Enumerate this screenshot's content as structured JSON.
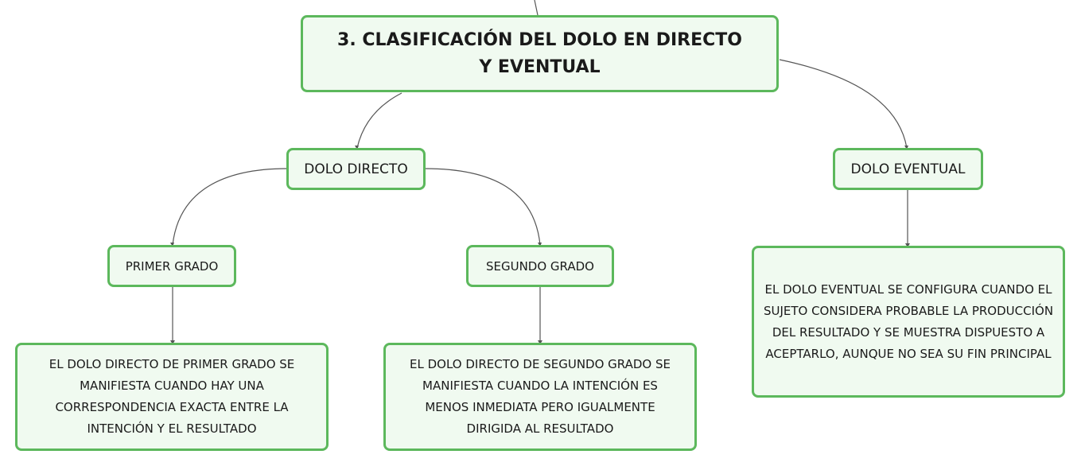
{
  "diagram": {
    "main": "3. CLASIFICACIÓN DEL DOLO EN DIRECTO Y EVENTUAL",
    "directo": {
      "label": "DOLO DIRECTO",
      "primer": {
        "label": "PRIMER GRADO",
        "text": "EL DOLO DIRECTO DE PRIMER GRADO SE MANIFIESTA CUANDO HAY UNA CORRESPONDENCIA EXACTA ENTRE LA INTENCIÓN Y EL RESULTADO"
      },
      "segundo": {
        "label": "SEGUNDO GRADO",
        "text": "EL DOLO DIRECTO DE SEGUNDO GRADO SE MANIFIESTA CUANDO LA INTENCIÓN ES MENOS INMEDIATA PERO IGUALMENTE DIRIGIDA AL RESULTADO"
      }
    },
    "eventual": {
      "label": "DOLO EVENTUAL",
      "text": "EL DOLO EVENTUAL SE CONFIGURA CUANDO EL SUJETO CONSIDERA PROBABLE LA PRODUCCIÓN DEL RESULTADO Y SE MUESTRA DISPUESTO A ACEPTARLO, AUNQUE NO SEA SU FIN PRINCIPAL"
    }
  },
  "colors": {
    "node_border": "#5cb85c",
    "node_fill": "#f0faf0",
    "connector": "#555555"
  }
}
